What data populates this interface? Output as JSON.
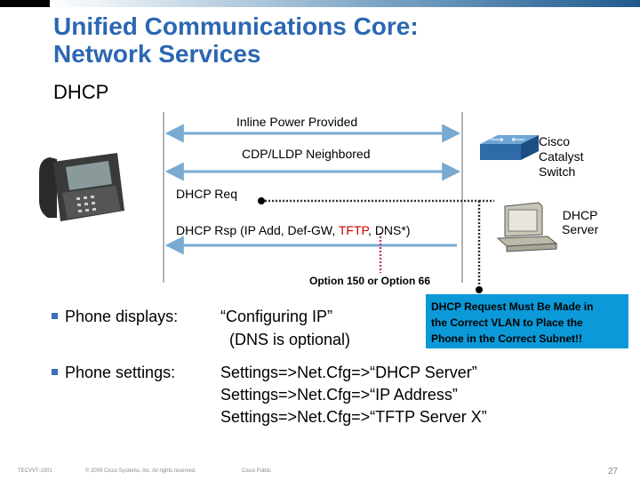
{
  "title_lines": [
    "Unified Communications Core:",
    "Network Services"
  ],
  "subtitle": "DHCP",
  "diagram": {
    "inline_power": "Inline Power Provided",
    "cdp": "CDP/LLDP Neighbored",
    "dhcp_req": "DHCP Req",
    "dhcp_rsp_pre": "DHCP Rsp (IP Add, Def-GW, ",
    "dhcp_rsp_tftp": "TFTP",
    "dhcp_rsp_post": ", DNS*)",
    "option": "Option 150 or Option 66",
    "switch_lines": [
      "Cisco",
      "Catalyst",
      "Switch"
    ],
    "server_lines": [
      "DHCP",
      "Server"
    ]
  },
  "callout_lines": [
    "DHCP Request Must Be Made in",
    "the Correct VLAN to Place the",
    "Phone in the Correct Subnet!!"
  ],
  "bullets": [
    {
      "label": "Phone displays:",
      "lines": [
        "“Configuring IP”",
        "(DNS is optional)"
      ]
    },
    {
      "label": "Phone settings:",
      "lines": [
        "Settings=>Net.Cfg=>“DHCP Server”",
        "Settings=>Net.Cfg=>“IP Address”",
        "Settings=>Net.Cfg=>“TFTP Server X”"
      ]
    }
  ],
  "footer": {
    "code": "TECVVT-1001",
    "copyright": "© 2009 Cisco Systems, Inc. All rights reserved.",
    "classification": "Cisco Public",
    "page": "27"
  },
  "colors": {
    "title": "#2b67b2",
    "arrow": "#7aaad0",
    "callout": "#0b99d8",
    "dotted": "#333333",
    "option_dotted": "#cc3366",
    "tftp": "#cc0000"
  }
}
